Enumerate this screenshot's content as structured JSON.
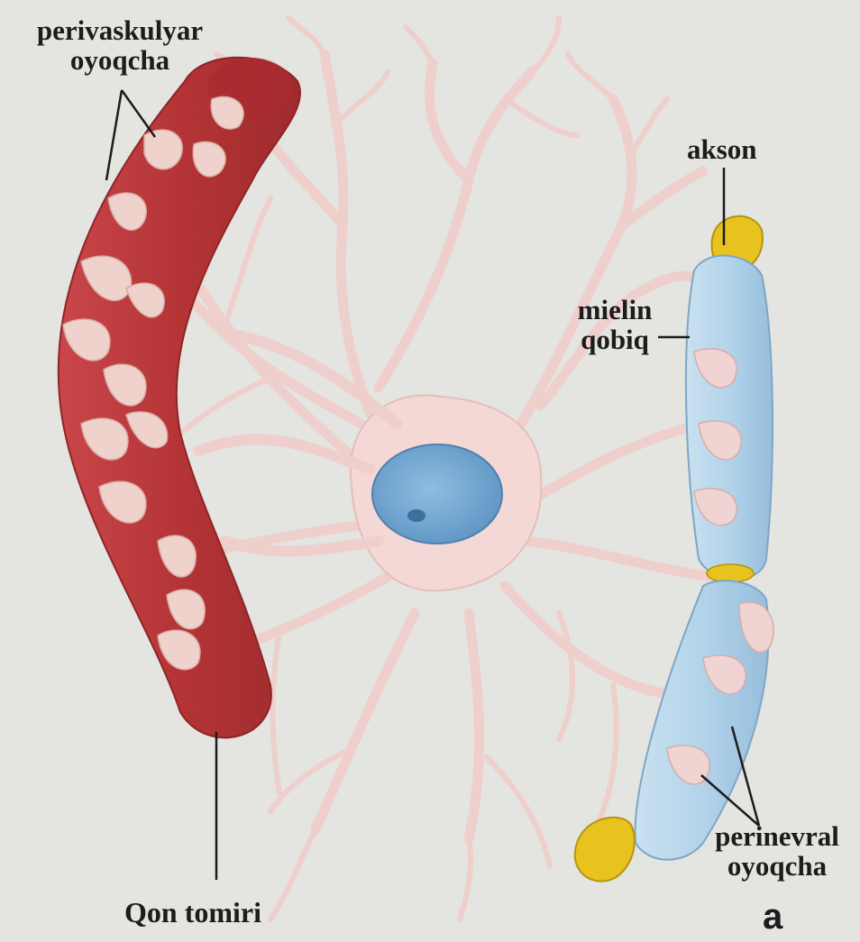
{
  "labels": {
    "perivascular": [
      "perivaskulyar",
      "oyoqcha"
    ],
    "axon": "akson",
    "myelin": [
      "mielin",
      "qobiq"
    ],
    "blood_vessel": "Qon tomiri",
    "perineural": [
      "perinevral",
      "oyoqcha"
    ],
    "panel_letter": "a"
  },
  "colors": {
    "background": "#e4e4e0",
    "blood_vessel": "#b8383a",
    "astrocyte": "#f3d8d6",
    "nucleus": "#7aaed6",
    "myelin": "#b9d8ec",
    "axon": "#e8c21e",
    "leader_line": "#1c1c1c"
  }
}
